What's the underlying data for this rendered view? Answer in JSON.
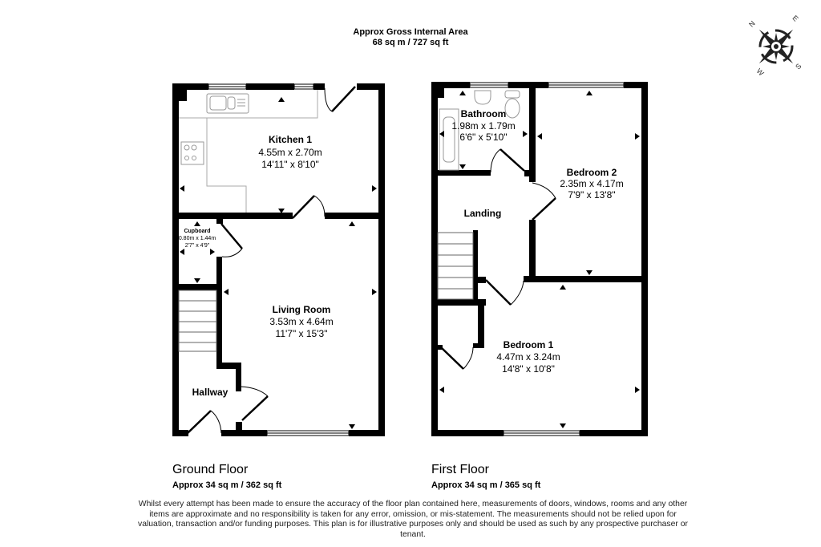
{
  "header": {
    "title": "Approx Gross Internal Area",
    "area": "68 sq m / 727 sq ft"
  },
  "compass": {
    "icon": "compass-rose-icon",
    "n": "N",
    "e": "E",
    "s": "S",
    "w": "W"
  },
  "ground_floor": {
    "title": "Ground Floor",
    "area": "Approx 34 sq m / 362 sq ft",
    "rooms": [
      {
        "name": "Kitchen 1",
        "metric": "4.55m x 2.70m",
        "imperial": "14'11\" x 8'10\""
      },
      {
        "name": "Cupboard",
        "metric": "0.80m x 1.44m",
        "imperial": "2'7\" x 4'9\""
      },
      {
        "name": "Living Room",
        "metric": "3.53m x 4.64m",
        "imperial": "11'7\" x 15'3\""
      },
      {
        "name": "Hallway",
        "metric": "",
        "imperial": ""
      }
    ]
  },
  "first_floor": {
    "title": "First Floor",
    "area": "Approx 34 sq m / 365 sq ft",
    "rooms": [
      {
        "name": "Bathroom",
        "metric": "1.98m x 1.79m",
        "imperial": "6'6\" x 5'10\""
      },
      {
        "name": "Bedroom 2",
        "metric": "2.35m x 4.17m",
        "imperial": "7'9\" x 13'8\""
      },
      {
        "name": "Landing",
        "metric": "",
        "imperial": ""
      },
      {
        "name": "Bedroom 1",
        "metric": "4.47m x 3.24m",
        "imperial": "14'8\" x 10'8\""
      }
    ]
  },
  "disclaimer": "Whilst every attempt has been made to ensure the accuracy of the floor plan contained here, measurements of doors, windows, rooms and any other items are approximate and no responsibility is taken for any error, omission, or mis-statement. The measurements should not be relied upon for valuation, transaction and/or funding purposes. This plan is for illustrative purposes only and should be used as such by any prospective purchaser or tenant."
}
